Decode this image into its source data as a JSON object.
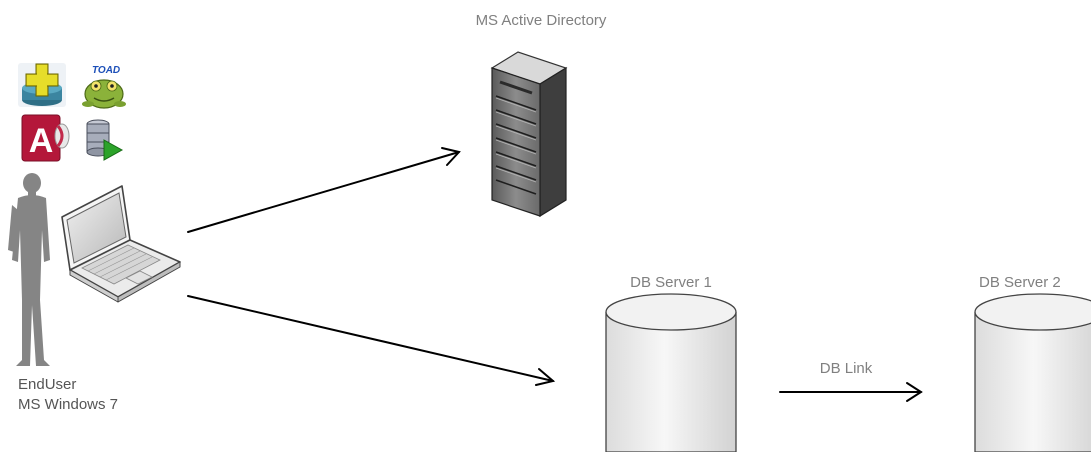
{
  "labels": {
    "ad_server": "MS Active Directory",
    "db_server_1": "DB Server 1",
    "db_server_2": "DB Server 2",
    "db_link": "DB Link",
    "end_user": "EndUser",
    "os": "MS Windows 7"
  },
  "icons": {
    "toad_text": "TOAD",
    "apps": [
      "sql-plus-icon",
      "toad-icon",
      "ms-access-icon",
      "database-run-icon"
    ]
  },
  "colors": {
    "label_text": "#808080",
    "user_label_text": "#555555",
    "arrow": "#000000",
    "silhouette": "#858585",
    "cylinder_stroke": "#444444"
  }
}
